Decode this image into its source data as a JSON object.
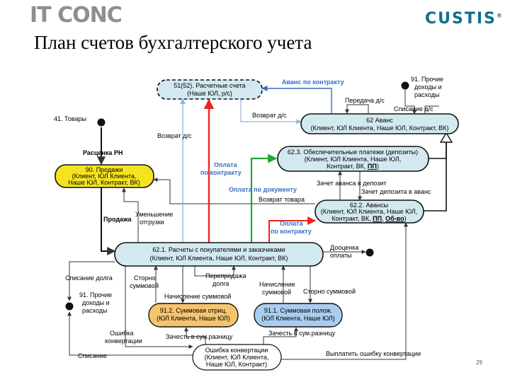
{
  "header": {
    "logo_left_text": "IT CONC",
    "logo_right_text": "CUSTIS",
    "logo_right_mark": "®",
    "title": "План счетов бухгалтерского учета",
    "page_number": "29"
  },
  "nodes": {
    "n5152": [
      "51(52). Расчетные счета",
      "(Наше ЮЛ, р/с)"
    ],
    "n62": [
      "62 Аванс",
      "(Клиент, ЮЛ Клиента, Наше ЮЛ, Контракт, ВК)"
    ],
    "n623": [
      "62.3. Обеспечительные платежи (депозиты)",
      "(Клиент, ЮЛ Клиента, Наше ЮЛ,"
    ],
    "n623_tail": "Контракт, ВК, ",
    "n623_pp": "ПП",
    "n623_close": ")",
    "n622": [
      "62.2. Авансы",
      "(Клиент, ЮЛ Клиента, Наше ЮЛ,"
    ],
    "n622_tail": "Контракт, ВК, ",
    "n622_pp": "ПП",
    "n622_sep": ", ",
    "n622_obvo": "Об-во",
    "n622_close": ")",
    "n90": [
      "90. Продажи",
      "(Клиент, ЮЛ Клиента,",
      "Наше ЮЛ, Контракт, ВК)"
    ],
    "n621": [
      "62.1. Расчеты с покупателями и заказчиками",
      "(Клиент, ЮЛ Клиента, Наше ЮЛ, Контракт, ВК)"
    ],
    "n912": [
      "91.2. Суммовая отриц.",
      "(ЮЛ Клиента, Наше ЮЛ)"
    ],
    "n911": [
      "91.1. Суммовая полож.",
      "(ЮЛ Клиента, Наше ЮЛ)"
    ],
    "nerr": [
      "Ошибка конвертации",
      "(Клиент, ЮЛ Клиента,",
      "Наше ЮЛ, Контракт)"
    ]
  },
  "endpoints": {
    "e91_top": [
      "91. Прочие",
      "доходы и",
      "расходы"
    ],
    "e41": "41. Товары",
    "e91_left": [
      "91. Прочие",
      "доходы и",
      "расходы"
    ]
  },
  "labels": {
    "l_avans_contract": "Аванс по контракту",
    "l_peredacha": "Передача д/с",
    "l_spisanie_ds": "Списание д/с",
    "l_vozvrat_ds1": "Возврат д/с",
    "l_vozvrat_ds2": "Возврат д/с",
    "l_oplata_contract1": [
      "Оплата",
      "по контракту"
    ],
    "l_oplata_doc": "Оплата по документу",
    "l_zachet_avansa": "Зачет аванса в депозит",
    "l_zachet_depozita": "Зачет депозита в аванс",
    "l_vozvrat_tovara": "Возврат товара",
    "l_oplata_contract2": [
      "Оплата",
      "по контракту"
    ],
    "l_rascenka": "Расценка РН",
    "l_prodazha": "Продажа",
    "l_umen": [
      "Уменьшение",
      "отгрузки"
    ],
    "l_dooc": [
      "Дооценка",
      "оплаты"
    ],
    "l_spis_dolga": "Списание долга",
    "l_storno1": [
      "Сторно",
      "суммовой"
    ],
    "l_pereprod": [
      "Перепродажа",
      "долга"
    ],
    "l_nach1": "Начисление суммовой",
    "l_nach2": [
      "Начисление",
      "суммовой"
    ],
    "l_storno2": "Сторно суммовой",
    "l_zachet1": "Зачесть в сум.разницу",
    "l_zachet2": "Зачесть в сум.разницу",
    "l_oshibka": [
      "Ошибка",
      "конвертации"
    ],
    "l_spisanie": "Списание",
    "l_vyplatit": "Выплатить ошибку конвертации"
  },
  "colors": {
    "node_blue": "#d3e9f0",
    "node_yellow": "#f6e320",
    "node_orange": "#f5c46e",
    "node_lightblue": "#a9cdee",
    "label_blue": "#3a6fc4",
    "arrow_red": "#e8261e",
    "arrow_green": "#1ea83a",
    "arrow_blue": "#3a6fc4",
    "arrow_lightblue": "#8bb4e0",
    "line_dark": "#333333"
  }
}
